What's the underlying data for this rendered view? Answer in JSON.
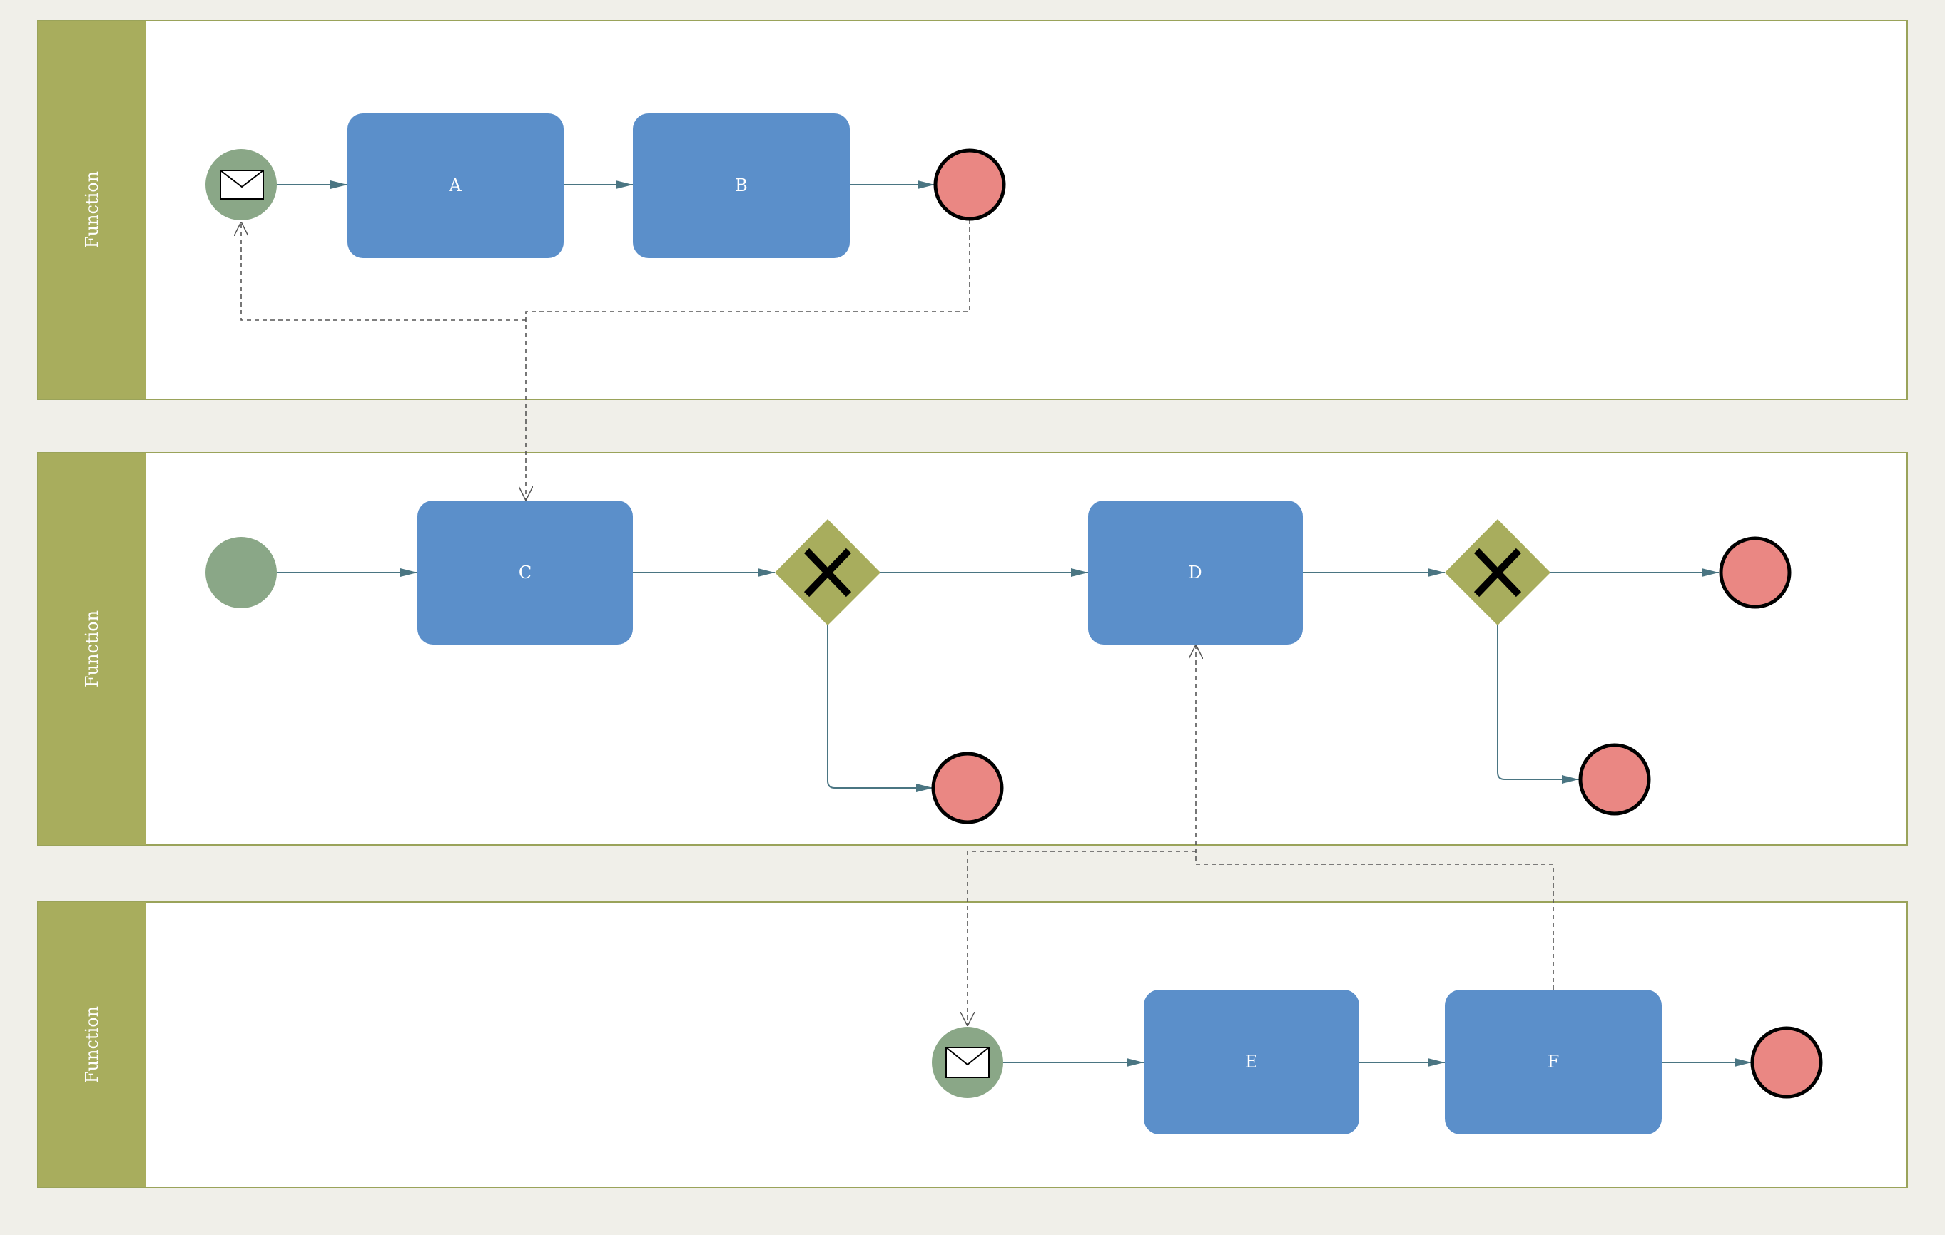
{
  "diagram": {
    "type": "bpmn-swimlane",
    "colors": {
      "background": "#f0efe9",
      "lane_header": "#a8ad5d",
      "lane_border": "#9aa35a",
      "task": "#5b8fca",
      "start_event": "#8aa787",
      "end_event": "#ea8783",
      "gateway": "#a8ad5d",
      "sequence_flow": "#4a7582",
      "message_flow": "#555555"
    },
    "lanes": [
      {
        "id": "lane1",
        "label": "Function"
      },
      {
        "id": "lane2",
        "label": "Function"
      },
      {
        "id": "lane3",
        "label": "Function"
      }
    ],
    "nodes": [
      {
        "id": "start1",
        "kind": "message-start-event",
        "icon": "envelope-icon",
        "lane": "lane1"
      },
      {
        "id": "taskA",
        "kind": "task",
        "label": "A",
        "lane": "lane1"
      },
      {
        "id": "taskB",
        "kind": "task",
        "label": "B",
        "lane": "lane1"
      },
      {
        "id": "end1",
        "kind": "end-event",
        "lane": "lane1"
      },
      {
        "id": "start2",
        "kind": "start-event",
        "lane": "lane2"
      },
      {
        "id": "taskC",
        "kind": "task",
        "label": "C",
        "lane": "lane2"
      },
      {
        "id": "gw1",
        "kind": "exclusive-gateway",
        "icon": "x-icon",
        "lane": "lane2"
      },
      {
        "id": "taskD",
        "kind": "task",
        "label": "D",
        "lane": "lane2"
      },
      {
        "id": "gw2",
        "kind": "exclusive-gateway",
        "icon": "x-icon",
        "lane": "lane2"
      },
      {
        "id": "end2",
        "kind": "end-event",
        "lane": "lane2"
      },
      {
        "id": "end3",
        "kind": "end-event",
        "lane": "lane2"
      },
      {
        "id": "end4",
        "kind": "end-event",
        "lane": "lane2"
      },
      {
        "id": "start3",
        "kind": "message-start-event",
        "icon": "envelope-icon",
        "lane": "lane3"
      },
      {
        "id": "taskE",
        "kind": "task",
        "label": "E",
        "lane": "lane3"
      },
      {
        "id": "taskF",
        "kind": "task",
        "label": "F",
        "lane": "lane3"
      },
      {
        "id": "end5",
        "kind": "end-event",
        "lane": "lane3"
      }
    ],
    "sequence_flows": [
      {
        "from": "start1",
        "to": "taskA"
      },
      {
        "from": "taskA",
        "to": "taskB"
      },
      {
        "from": "taskB",
        "to": "end1"
      },
      {
        "from": "start2",
        "to": "taskC"
      },
      {
        "from": "taskC",
        "to": "gw1"
      },
      {
        "from": "gw1",
        "to": "taskD"
      },
      {
        "from": "gw1",
        "to": "end3"
      },
      {
        "from": "taskD",
        "to": "gw2"
      },
      {
        "from": "gw2",
        "to": "end2"
      },
      {
        "from": "gw2",
        "to": "end4"
      },
      {
        "from": "start3",
        "to": "taskE"
      },
      {
        "from": "taskE",
        "to": "taskF"
      },
      {
        "from": "taskF",
        "to": "end5"
      }
    ],
    "message_flows": [
      {
        "from": "end1",
        "to": "taskC"
      },
      {
        "from": "taskC",
        "to": "start1"
      },
      {
        "from": "taskF",
        "to": "taskD"
      },
      {
        "from": "taskD",
        "to": "start3"
      }
    ]
  }
}
